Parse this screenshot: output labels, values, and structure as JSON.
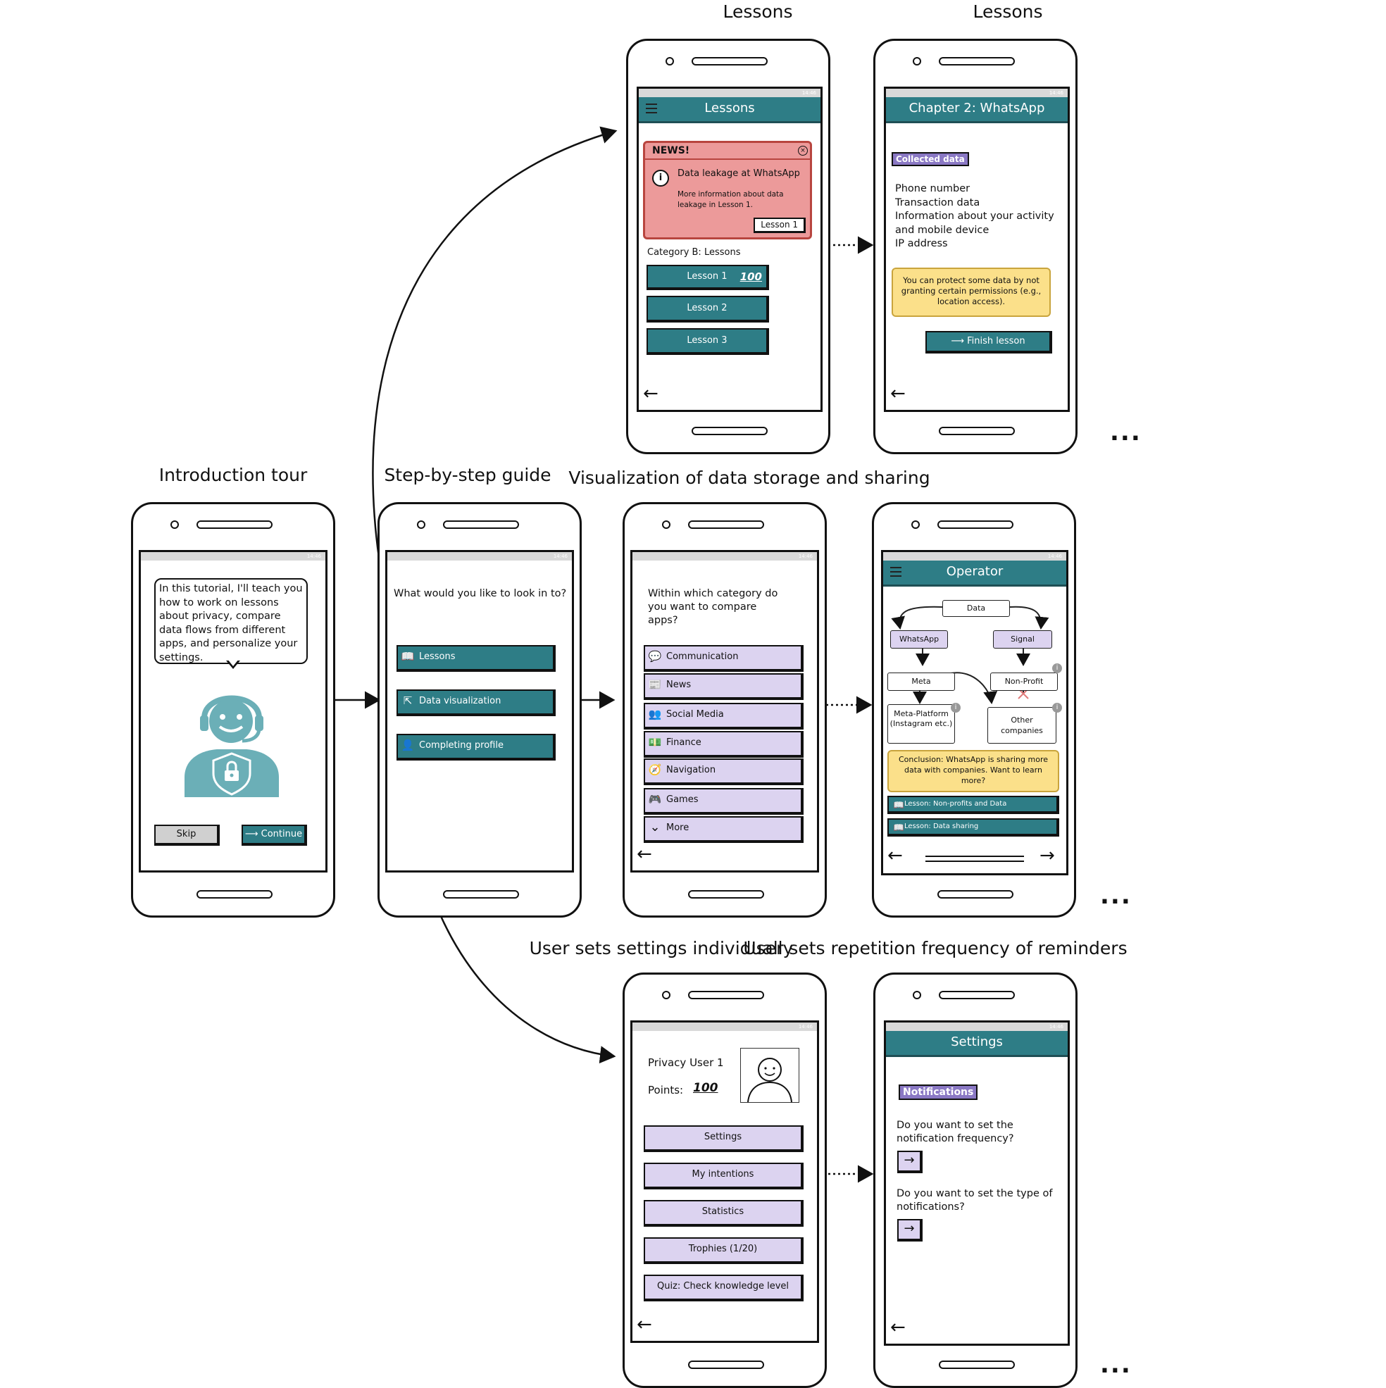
{
  "sections": {
    "intro": "Introduction tour",
    "guide": "Step-by-step guide",
    "lessons1": "Lessons",
    "lessons2": "Lessons",
    "visualization": "Visualization of data storage and sharing",
    "settings_individual": "User sets settings individually",
    "reminders": "User sets repetition frequency of reminders"
  },
  "status_time": "14:46",
  "intro": {
    "bubble": "In this tutorial, I'll teach you how to work on lessons about privacy, compare data flows from different apps, and personalize your settings.",
    "skip": "Skip",
    "continue": "Continue",
    "avatar_icon": "support-agent-shield-icon"
  },
  "guide": {
    "question": "What would you like to look in to?",
    "options": [
      "Lessons",
      "Data visualization",
      "Completing profile"
    ]
  },
  "lessons": {
    "title": "Lessons",
    "news_title": "NEWS!",
    "news_heading": "Data leakage at WhatsApp",
    "news_body": "More information about data leakage in Lesson 1.",
    "news_button": "Lesson 1",
    "category": "Category B: Lessons",
    "items": [
      "Lesson 1",
      "Lesson 2",
      "Lesson 3"
    ],
    "badge": "100",
    "colors": {
      "teal": "#2e7d86",
      "news": "#ec9a9a"
    }
  },
  "chapter": {
    "title": "Chapter 2: WhatsApp",
    "tag": "Collected data",
    "data_lines": [
      "Phone number",
      "Transaction data",
      "Information about your activity",
      "and mobile device",
      "IP address"
    ],
    "tip": "You can protect some data by not granting certain permissions (e.g., location access).",
    "finish": "Finish lesson"
  },
  "compare": {
    "question": "Within which category do you want to compare apps?",
    "categories": [
      {
        "label": "Communication",
        "icon": "chat-icon"
      },
      {
        "label": "News",
        "icon": "newspaper-icon"
      },
      {
        "label": "Social Media",
        "icon": "people-icon"
      },
      {
        "label": "Finance",
        "icon": "money-icon"
      },
      {
        "label": "Navigation",
        "icon": "compass-icon"
      },
      {
        "label": "Games",
        "icon": "gamepad-icon"
      },
      {
        "label": "More",
        "icon": "chevron-down-icon"
      }
    ]
  },
  "operator": {
    "title": "Operator",
    "nodes": {
      "data": "Data",
      "whatsapp": "WhatsApp",
      "signal": "Signal",
      "meta": "Meta",
      "nonprofit": "Non-Profit",
      "metaplatform": "Meta-Platform (Instagram etc.)",
      "other": "Other companies"
    },
    "conclusion": "Conclusion: WhatsApp is sharing more data with companies. Want to learn more?",
    "links": [
      "Lesson: Non-profits and Data",
      "Lesson: Data sharing"
    ]
  },
  "profile": {
    "user": "Privacy User 1",
    "points_label": "Points:",
    "points": "100",
    "buttons": [
      "Settings",
      "My intentions",
      "Statistics",
      "Trophies (1/20)",
      "Quiz: Check knowledge level"
    ]
  },
  "settings": {
    "title": "Settings",
    "tag": "Notifications",
    "q1": "Do you want to set the notification frequency?",
    "q2": "Do you want to set the type of notifications?"
  },
  "ellipsis": "..."
}
